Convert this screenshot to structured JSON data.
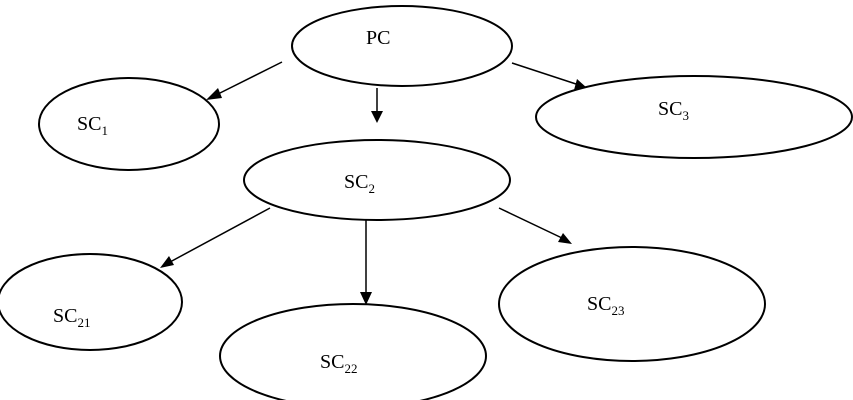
{
  "nodes": {
    "pc": {
      "main": "PC",
      "sub": ""
    },
    "sc1": {
      "main": "SC",
      "sub": "1"
    },
    "sc2": {
      "main": "SC",
      "sub": "2"
    },
    "sc3": {
      "main": "SC",
      "sub": "3"
    },
    "sc21": {
      "main": "SC",
      "sub": "21"
    },
    "sc22": {
      "main": "SC",
      "sub": "22"
    },
    "sc23": {
      "main": "SC",
      "sub": "23"
    }
  },
  "edges": [
    {
      "from": "pc",
      "to": "sc1"
    },
    {
      "from": "pc",
      "to": "sc2"
    },
    {
      "from": "pc",
      "to": "sc3"
    },
    {
      "from": "sc2",
      "to": "sc21"
    },
    {
      "from": "sc2",
      "to": "sc22"
    },
    {
      "from": "sc2",
      "to": "sc23"
    }
  ],
  "colors": {
    "stroke": "#000000",
    "background": "#ffffff"
  }
}
